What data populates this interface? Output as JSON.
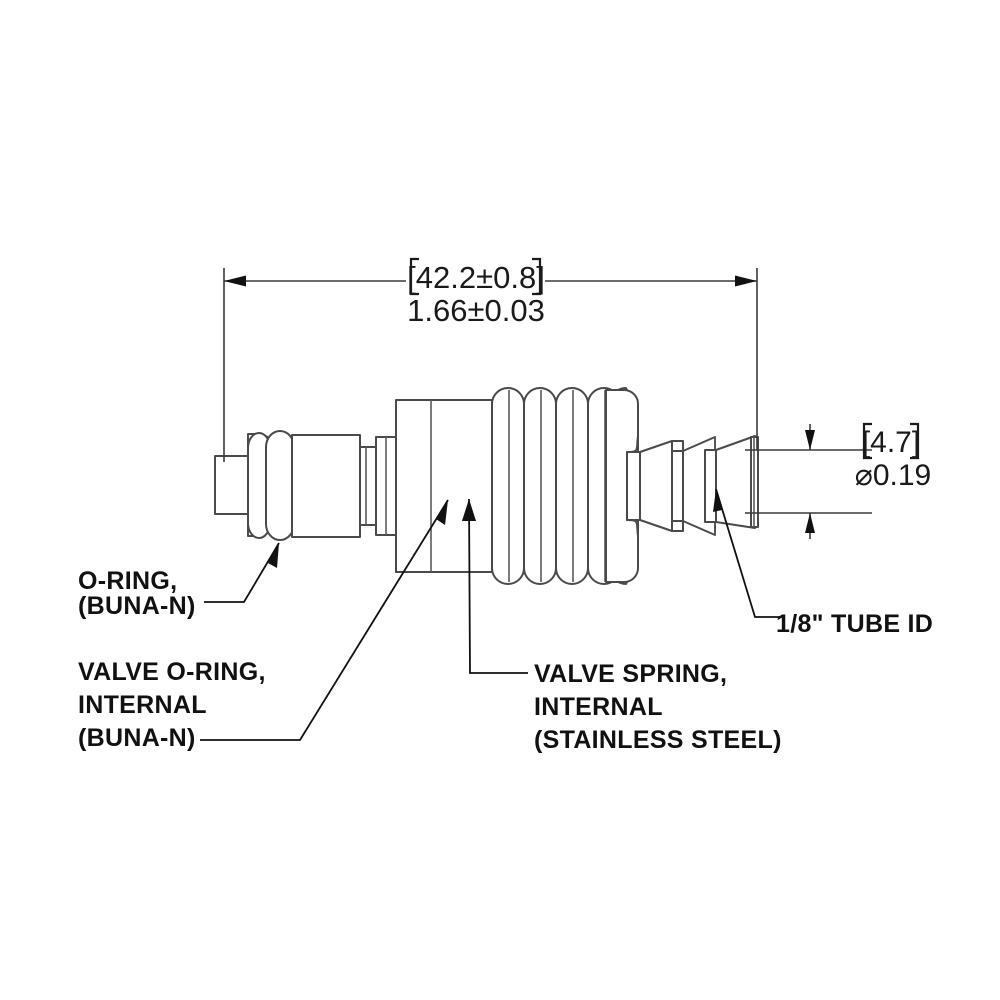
{
  "drawing": {
    "title": "Quick disconnect valve assembly drawing",
    "background_color": "#ffffff",
    "line_color": "#4a4a4a",
    "text_color": "#111111"
  },
  "dimensions": {
    "overall_length": {
      "metric": "[42.2±0.8]",
      "imperial": "1.66±0.03",
      "name": "overall-length-dimension"
    },
    "barb_diameter": {
      "metric": "[4.7]",
      "imperial": "⌀0.19",
      "name": "barb-diameter-dimension"
    }
  },
  "callouts": [
    {
      "id": "o-ring",
      "lines": [
        "O-RING,",
        "(BUNA-N)"
      ]
    },
    {
      "id": "valve-o-ring-internal",
      "lines": [
        "VALVE O-RING,",
        "INTERNAL",
        "(BUNA-N)"
      ]
    },
    {
      "id": "valve-spring-internal",
      "lines": [
        "VALVE SPRING,",
        "INTERNAL",
        "(STAINLESS STEEL)"
      ]
    },
    {
      "id": "tube-id",
      "lines": [
        "1/8\" TUBE ID"
      ]
    }
  ],
  "text": {
    "overall_metric": "[42.2±0.8]",
    "overall_imperial": "1.66±0.03",
    "barb_metric": "[4.7]",
    "barb_imperial": "⌀0.19",
    "oring_l1": "O-RING,",
    "oring_l2": "(BUNA-N)",
    "valve_oring_l1": "VALVE O-RING,",
    "valve_oring_l2": "INTERNAL",
    "valve_oring_l3": "(BUNA-N)",
    "spring_l1": "VALVE SPRING,",
    "spring_l2": "INTERNAL",
    "spring_l3": "(STAINLESS STEEL)",
    "tube_id": "1/8\" TUBE ID"
  }
}
